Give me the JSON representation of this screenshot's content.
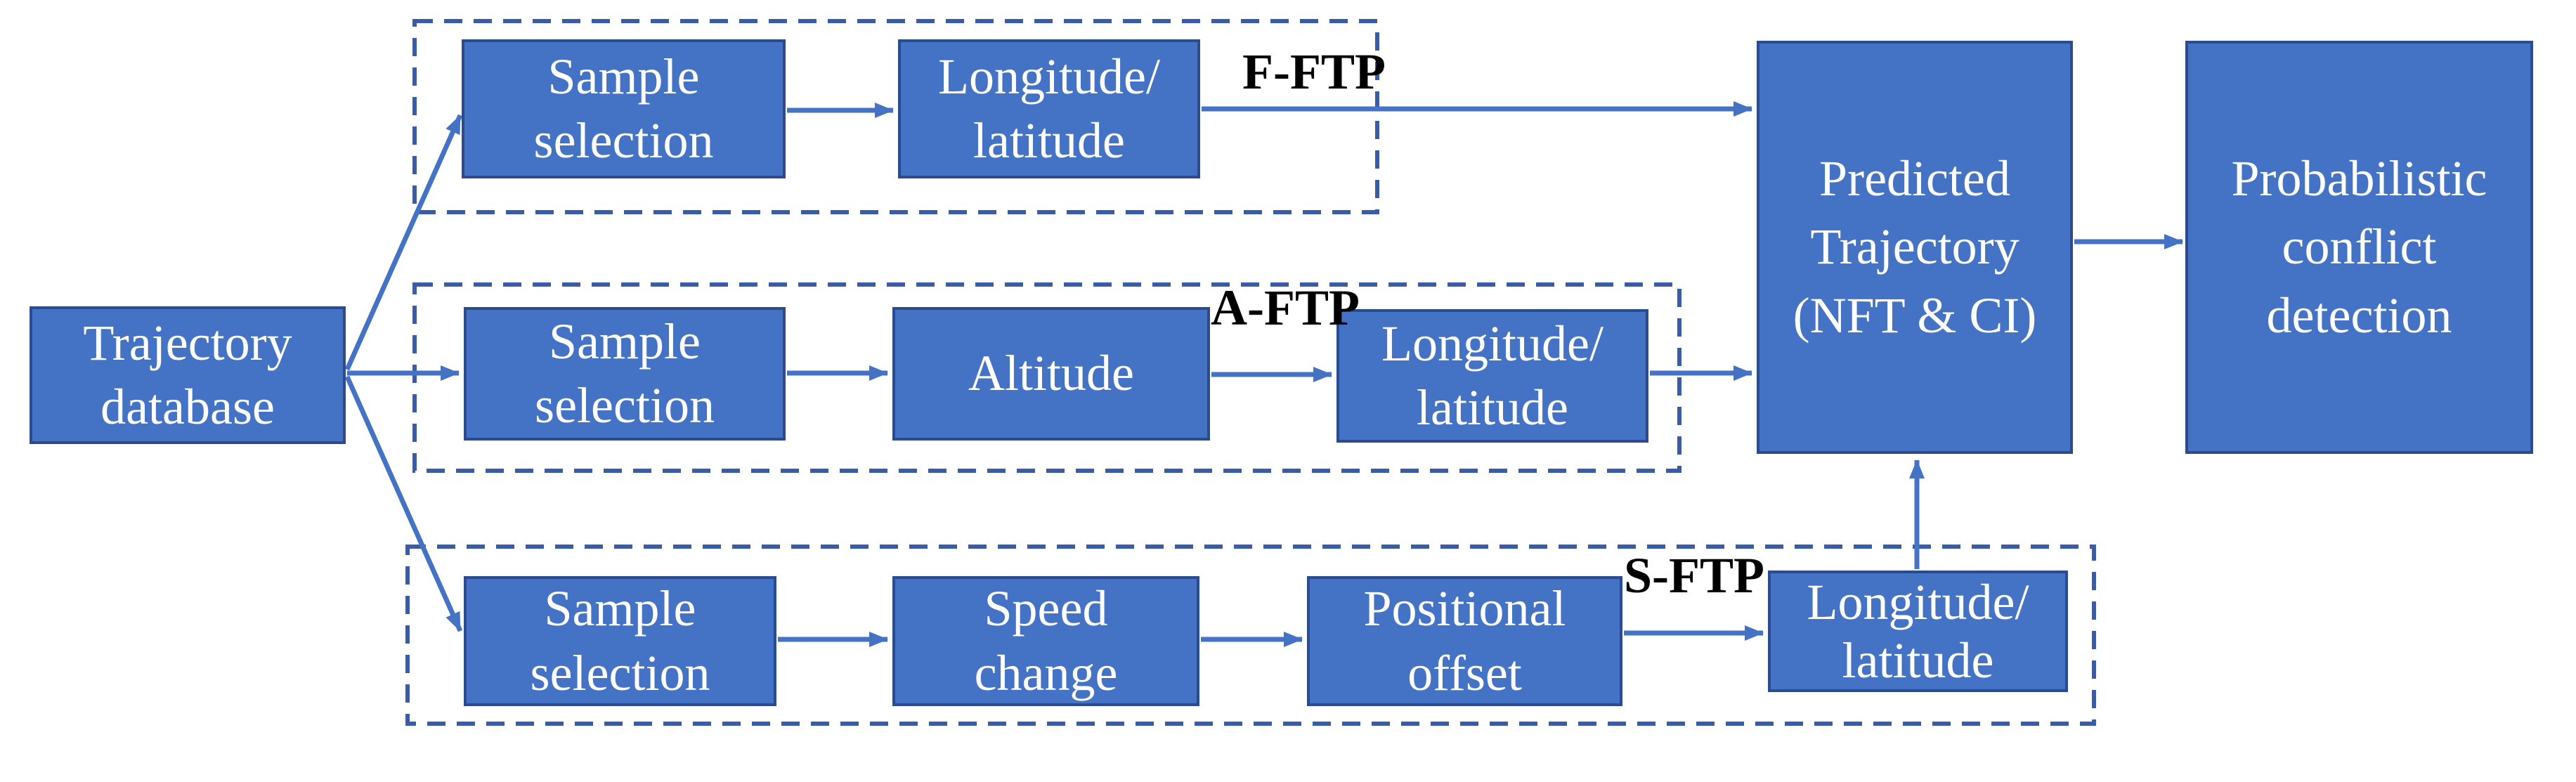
{
  "diagram": {
    "boxes": {
      "trajectory_database": "Trajectory\ndatabase",
      "sample_selection_top": "Sample\nselection",
      "longitude_latitude_top": "Longitude/\nlatitude",
      "sample_selection_mid": "Sample\nselection",
      "altitude": "Altitude",
      "longitude_latitude_mid": "Longitude/\nlatitude",
      "sample_selection_bottom": "Sample\nselection",
      "speed_change": "Speed\nchange",
      "positional_offset": "Positional\noffset",
      "longitude_latitude_bottom": "Longitude/\nlatitude",
      "predicted_trajectory": "Predicted\nTrajectory\n(NFT & CI)",
      "probabilistic_conflict_detection": "Probabilistic\nconflict\ndetection"
    },
    "labels": {
      "f_ftp": "F-FTP",
      "a_ftp": "A-FTP",
      "s_ftp": "S-FTP"
    },
    "colors": {
      "box_fill": "#4472C4",
      "box_border": "#2B4C8C",
      "dash_border": "#3A5CA8",
      "arrow": "#4472C4",
      "box_text": "#FFFFFF",
      "label_text": "#000000",
      "background": "#FFFFFF"
    }
  }
}
